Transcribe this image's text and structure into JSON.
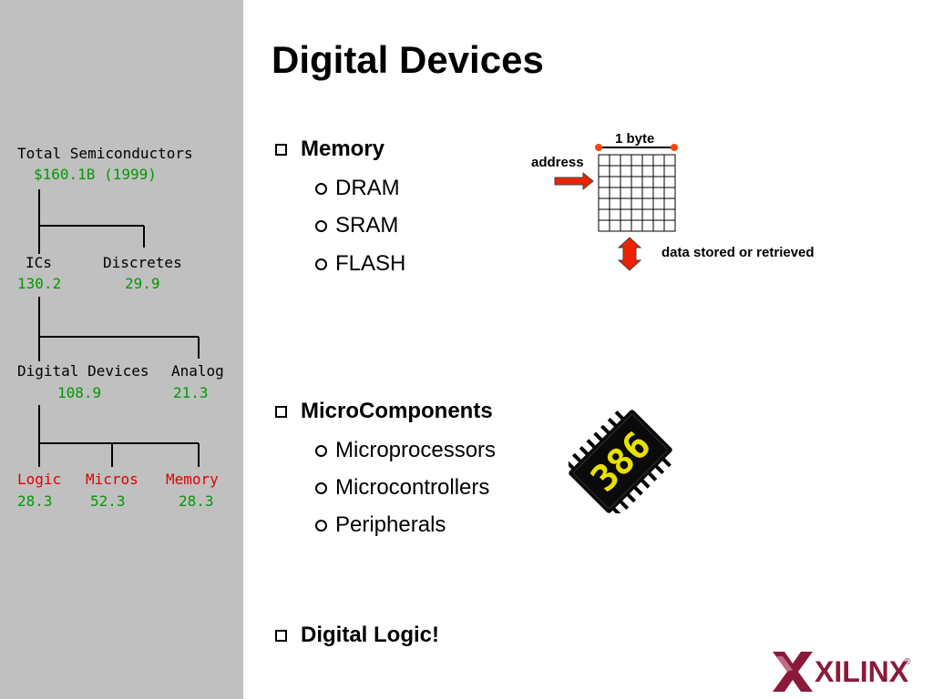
{
  "slide": {
    "title": "Digital Devices",
    "bullets": [
      {
        "label": "Memory",
        "subitems": [
          "DRAM",
          "SRAM",
          "FLASH"
        ]
      },
      {
        "label": "MicroComponents",
        "subitems": [
          "Microprocessors",
          "Microcontrollers",
          "Peripherals"
        ]
      },
      {
        "label": "Digital Logic!",
        "subitems": []
      }
    ]
  },
  "tree": {
    "root": {
      "label": "Total Semiconductors",
      "value": "$160.1B (1999)"
    },
    "level1": [
      {
        "label": "ICs",
        "value": "130.2"
      },
      {
        "label": "Discretes",
        "value": "29.9"
      }
    ],
    "level2": [
      {
        "label": "Digital Devices",
        "value": "108.9"
      },
      {
        "label": "Analog",
        "value": "21.3"
      }
    ],
    "level3": [
      {
        "label": "Logic",
        "value": "28.3"
      },
      {
        "label": "Micros",
        "value": "52.3"
      },
      {
        "label": "Memory",
        "value": "28.3"
      }
    ]
  },
  "memory_diagram": {
    "byte_label": "1 byte",
    "address_label": "address",
    "data_label": "data stored or retrieved"
  },
  "chip": {
    "marking": "386"
  },
  "logo": {
    "text": "XILINX",
    "mark": "®"
  },
  "colors": {
    "sidebar": "#c0c0c0",
    "value_green": "#009900",
    "highlight_red": "#dd0000",
    "arrow_red": "#ee2200",
    "logo_maroon": "#8b1a3a"
  }
}
